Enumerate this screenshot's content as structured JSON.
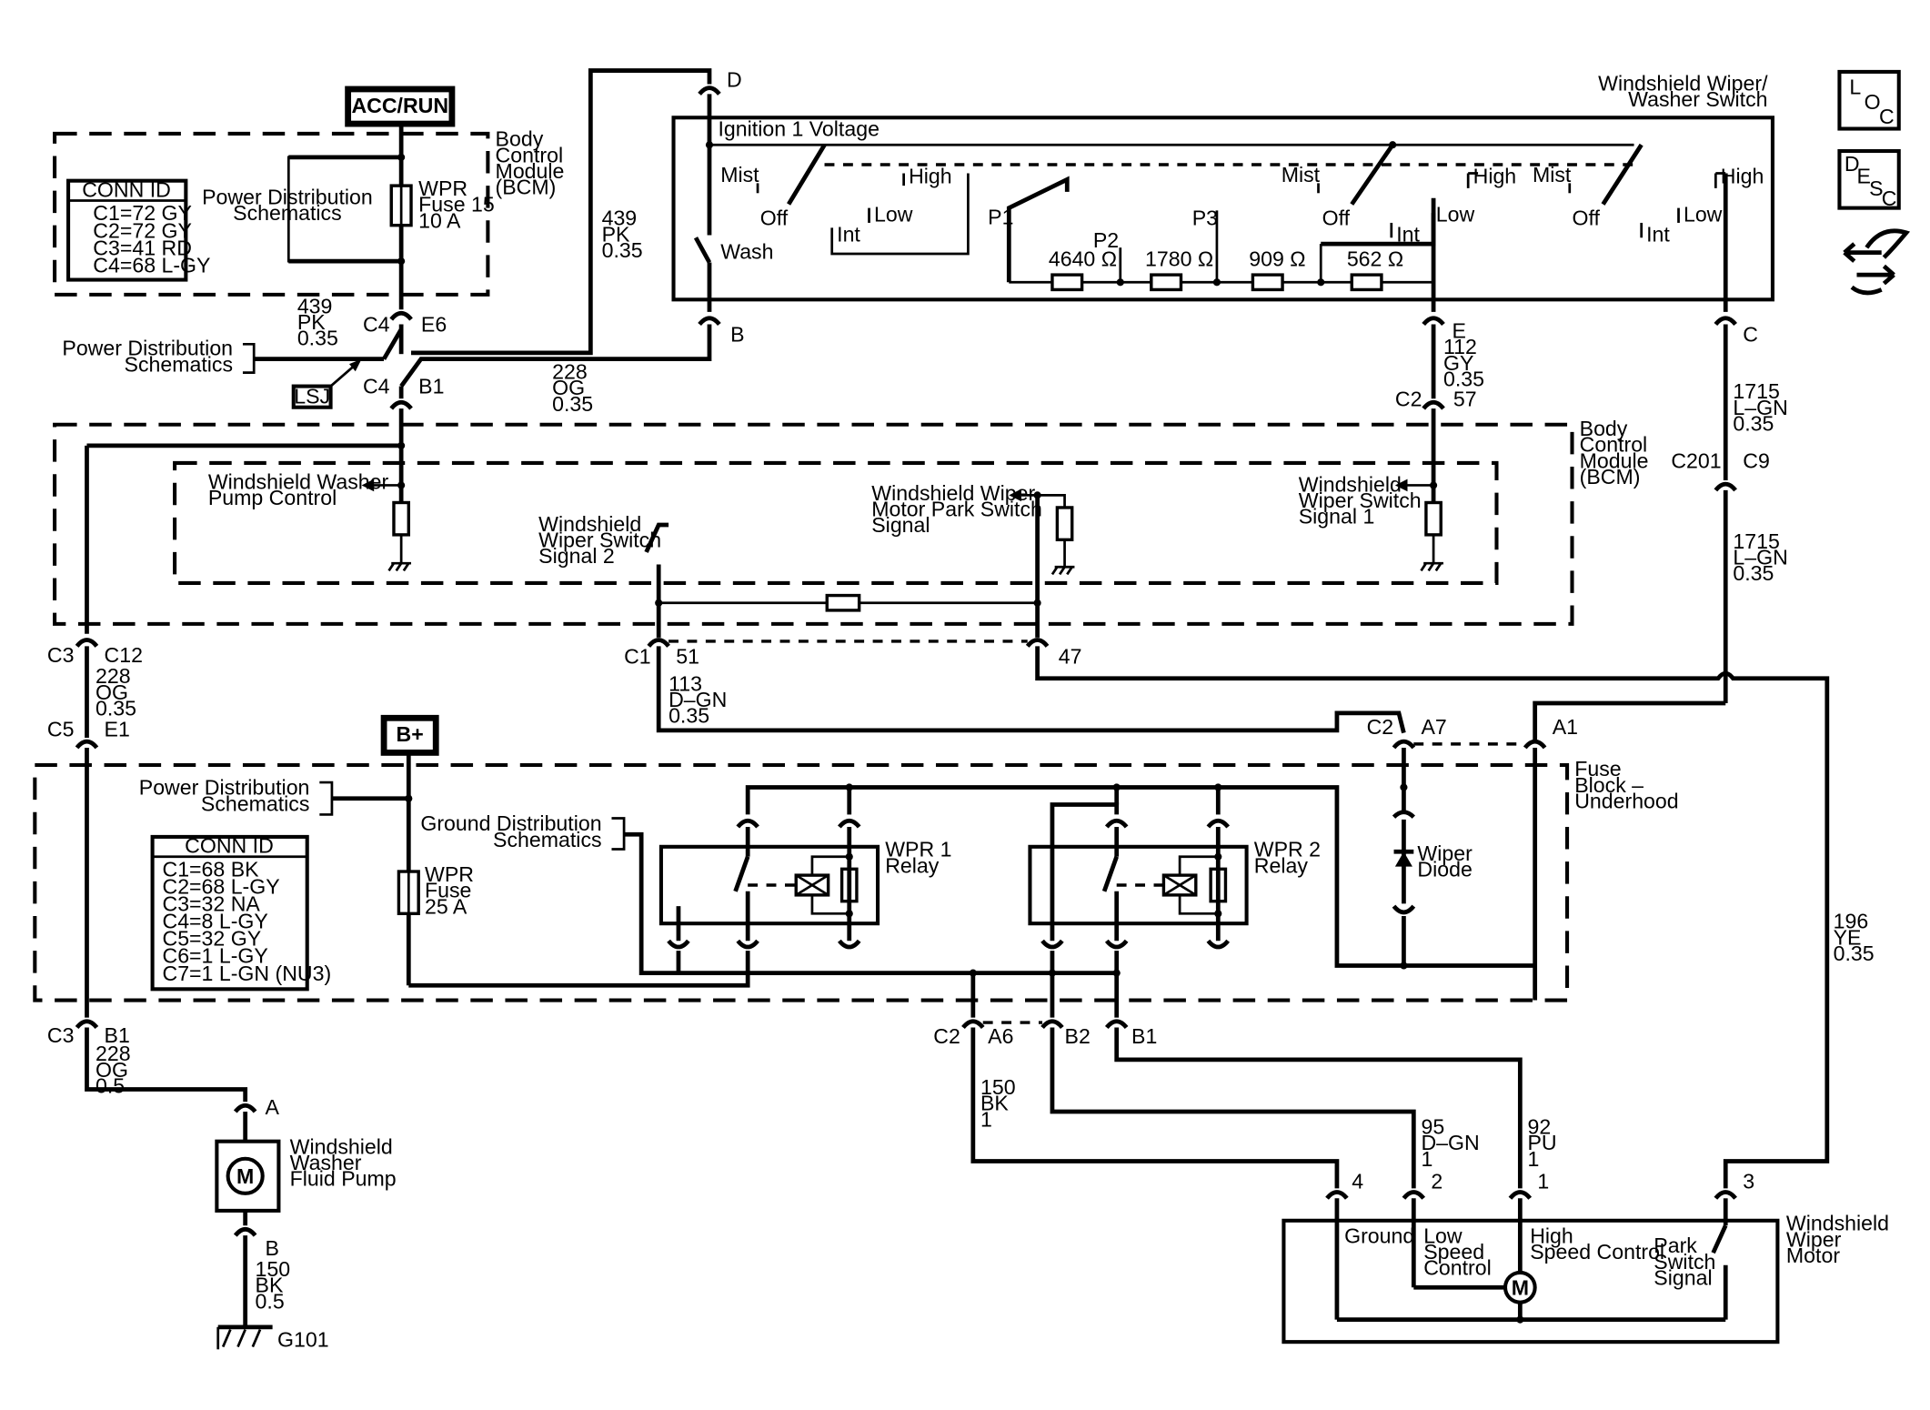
{
  "power_sources": {
    "acc_run": "ACC/RUN",
    "bplus": "B+"
  },
  "switch": {
    "title_line1": "Windshield Wiper/",
    "title_line2": "Washer Switch",
    "ignition": "Ignition 1 Voltage",
    "wash": "Wash",
    "mist": "Mist",
    "off": "Off",
    "int": "Int",
    "low": "Low",
    "high": "High",
    "p1": "P1",
    "p2": "P2",
    "p3": "P3",
    "r1": "4640 Ω",
    "r2": "1780 Ω",
    "r3": "909 Ω",
    "r4": "562 Ω"
  },
  "bcm_top": {
    "label": [
      "Body",
      "Control",
      "Module",
      "(BCM)"
    ],
    "conn_title": "CONN ID",
    "conn": [
      "C1=72 GY",
      "C2=72 GY",
      "C3=41 RD",
      "C4=68 L-GY"
    ],
    "pds": [
      "Power Distribution",
      "Schematics"
    ],
    "fuse": [
      "WPR",
      "Fuse 15",
      "10 A"
    ]
  },
  "bcm_main": {
    "label": [
      "Body",
      "Control",
      "Module",
      "(BCM)"
    ],
    "washer_pump": [
      "Windshield Washer",
      "Pump Control"
    ],
    "switch_sig2": [
      "Windshield",
      "Wiper Switch",
      "Signal 2"
    ],
    "park_switch": [
      "Windshield Wiper",
      "Motor Park Switch",
      "Signal"
    ],
    "switch_sig1": [
      "Windshield",
      "Wiper Switch",
      "Signal 1"
    ]
  },
  "fuse_block": {
    "label": [
      "Fuse",
      "Block –",
      "Underhood"
    ],
    "conn_title": "CONN ID",
    "conn": [
      "C1=68 BK",
      "C2=68 L-GY",
      "C3=32 NA",
      "C4=8 L-GY",
      "C5=32 GY",
      "C6=1 L-GY",
      "C7=1 L-GN (NU3)"
    ],
    "pds": [
      "Power Distribution",
      "Schematics"
    ],
    "gds": [
      "Ground Distribution",
      "Schematics"
    ],
    "fuse": [
      "WPR",
      "Fuse",
      "25 A"
    ],
    "relay1": [
      "WPR 1",
      "Relay"
    ],
    "relay2": [
      "WPR 2",
      "Relay"
    ],
    "diode": [
      "Wiper",
      "Diode"
    ]
  },
  "left_side": {
    "pds_ext": [
      "Power Distribution",
      "Schematics"
    ],
    "lsj": "LSJ"
  },
  "pump": {
    "label": [
      "Windshield",
      "Washer",
      "Fluid Pump"
    ],
    "m": "M",
    "ground": "G101"
  },
  "motor": {
    "label": [
      "Windshield",
      "Wiper",
      "Motor"
    ],
    "ground": "Ground",
    "low": [
      "Low",
      "Speed",
      "Control"
    ],
    "high": [
      "High",
      "Speed Control"
    ],
    "park": [
      "Park",
      "Switch",
      "Signal"
    ],
    "m": "M"
  },
  "pins": {
    "D": "D",
    "B": "B",
    "E": "E",
    "C": "C",
    "E6": "E6",
    "C4a": "C4",
    "C4b": "C4",
    "B1a": "B1",
    "C2a": "C2",
    "p57": "57",
    "C201": "C201",
    "C9": "C9",
    "C3a": "C3",
    "C12": "C12",
    "C1": "C1",
    "p51": "51",
    "p47": "47",
    "C5": "C5",
    "E1": "E1",
    "C2b": "C2",
    "A7": "A7",
    "A1": "A1",
    "C3b": "C3",
    "B1b": "B1",
    "C2c": "C2",
    "A6": "A6",
    "B2": "B2",
    "B1c": "B1",
    "A": "A",
    "Bp": "B",
    "m4": "4",
    "m2": "2",
    "m1": "1",
    "m3": "3"
  },
  "wires": {
    "w439a": [
      "439",
      "PK",
      "0.35"
    ],
    "w439b": [
      "439",
      "PK",
      "0.35"
    ],
    "w228a": [
      "228",
      "OG",
      "0.35"
    ],
    "w112": [
      "112",
      "GY",
      "0.35"
    ],
    "w1715a": [
      "1715",
      "L–GN",
      "0.35"
    ],
    "w1715b": [
      "1715",
      "L–GN",
      "0.35"
    ],
    "w228b": [
      "228",
      "OG",
      "0.35"
    ],
    "w113": [
      "113",
      "D–GN",
      "0.35"
    ],
    "w196": [
      "196",
      "YE",
      "0.35"
    ],
    "w228c": [
      "228",
      "OG",
      "0.5"
    ],
    "w150a": [
      "150",
      "BK",
      "1"
    ],
    "w95": [
      "95",
      "D–GN",
      "1"
    ],
    "w92": [
      "92",
      "PU",
      "1"
    ],
    "w150b": [
      "150",
      "BK",
      "0.5"
    ]
  },
  "side_icons": {
    "loc": [
      "L",
      "O",
      "C"
    ],
    "desc": [
      "D",
      "E",
      "S",
      "C"
    ]
  }
}
